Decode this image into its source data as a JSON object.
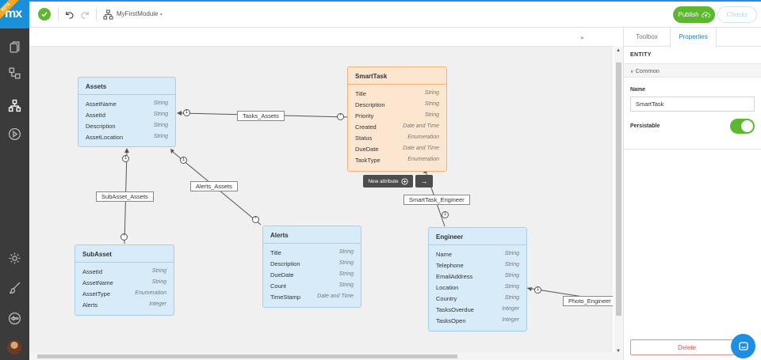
{
  "logo": {
    "text": "mx",
    "badge": "BETA"
  },
  "toolbar": {
    "module_name": "MyFirstModule",
    "publish_label": "Publish",
    "checks_label": "Checks"
  },
  "entities": [
    {
      "id": "assets",
      "name": "Assets",
      "selected": false,
      "attributes": [
        {
          "name": "AssetName",
          "type": "String"
        },
        {
          "name": "AssetId",
          "type": "String"
        },
        {
          "name": "Description",
          "type": "String"
        },
        {
          "name": "AssetLocation",
          "type": "String"
        }
      ]
    },
    {
      "id": "smarttask",
      "name": "SmartTask",
      "selected": true,
      "attributes": [
        {
          "name": "Title",
          "type": "String"
        },
        {
          "name": "Description",
          "type": "String"
        },
        {
          "name": "Priority",
          "type": "String"
        },
        {
          "name": "Created",
          "type": "Date and Time"
        },
        {
          "name": "Status",
          "type": "Enumeration"
        },
        {
          "name": "DueDate",
          "type": "Date and Time"
        },
        {
          "name": "TaskType",
          "type": "Enumeration"
        }
      ]
    },
    {
      "id": "subasset",
      "name": "SubAsset",
      "selected": false,
      "attributes": [
        {
          "name": "AssetId",
          "type": "String"
        },
        {
          "name": "AssetName",
          "type": "String"
        },
        {
          "name": "AssetType",
          "type": "Enumeration"
        },
        {
          "name": "Alerts",
          "type": "Integer"
        }
      ]
    },
    {
      "id": "alerts",
      "name": "Alerts",
      "selected": false,
      "attributes": [
        {
          "name": "Title",
          "type": "String"
        },
        {
          "name": "Description",
          "type": "String"
        },
        {
          "name": "DueDate",
          "type": "String"
        },
        {
          "name": "Count",
          "type": "String"
        },
        {
          "name": "TimeStamp",
          "type": "Date and Time"
        }
      ]
    },
    {
      "id": "engineer",
      "name": "Engineer",
      "selected": false,
      "attributes": [
        {
          "name": "Name",
          "type": "String"
        },
        {
          "name": "Telephone",
          "type": "String"
        },
        {
          "name": "EmailAddress",
          "type": "String"
        },
        {
          "name": "Location",
          "type": "String"
        },
        {
          "name": "Country",
          "type": "String"
        },
        {
          "name": "TasksOverdue",
          "type": "Integer"
        },
        {
          "name": "TasksOpen",
          "type": "Integer"
        }
      ]
    }
  ],
  "associations": [
    {
      "id": "tasks-assets",
      "label": "Tasks_Assets"
    },
    {
      "id": "subasset-assets",
      "label": "SubAsset_Assets"
    },
    {
      "id": "alerts-assets",
      "label": "Alerts_Assets"
    },
    {
      "id": "smarttask-engineer",
      "label": "SmartTask_Engineer"
    },
    {
      "id": "photo-engineer",
      "label": "Photo_Engineer"
    }
  ],
  "cardinality": {
    "one": "1",
    "many": "*"
  },
  "canvas": {
    "new_attribute_label": "New attribute"
  },
  "panel": {
    "tabs": [
      "Toolbox",
      "Properties"
    ],
    "active_tab": "Properties",
    "section_title": "ENTITY",
    "group_label": "Common",
    "name_label": "Name",
    "name_value": "SmartTask",
    "persistable_label": "Persistable",
    "persistable": true,
    "delete_label": "Delete"
  },
  "colors": {
    "accent": "#1a90d9",
    "success": "#5cb82e",
    "entity_fill": "#d7ebf9",
    "entity_selected_fill": "#fde6cf",
    "danger": "#e05050"
  }
}
